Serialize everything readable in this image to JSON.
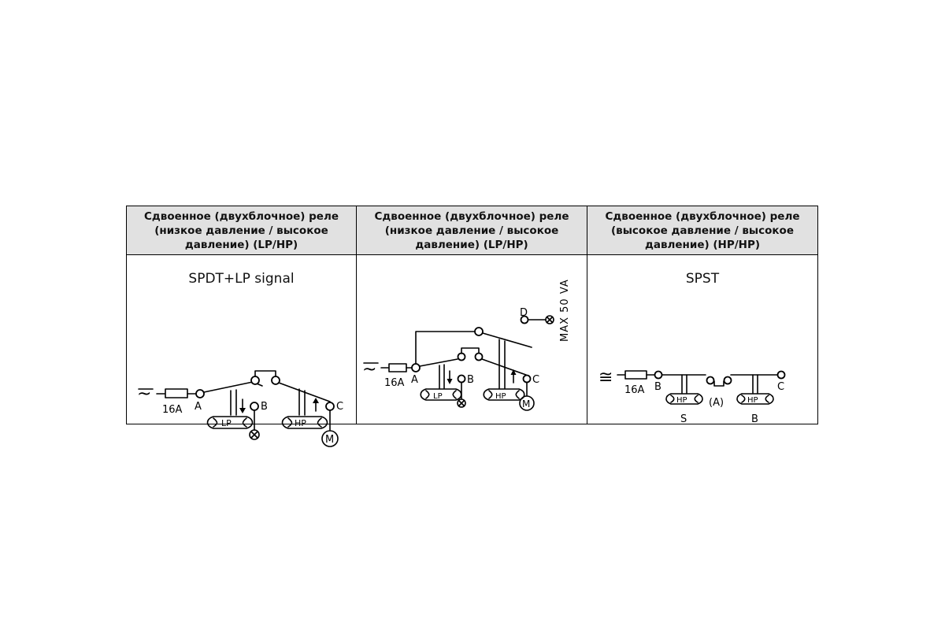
{
  "columns": [
    {
      "header": "Сдвоенное (двухблочное) реле (низкое давление / высокое давление) (LP/HP)",
      "subtitle": "SPDT+LP signal",
      "diagram": {
        "supply": "~",
        "fuse": "16A",
        "terminals": [
          "A",
          "B",
          "C"
        ],
        "bellows": [
          "LP",
          "HP"
        ],
        "loads": [
          "lamp",
          "M"
        ]
      }
    },
    {
      "header": "Сдвоенное (двухблочное) реле (низкое давление / высокое давление) (LP/HP)",
      "subtitle": "",
      "diagram": {
        "supply": "~",
        "fuse": "16A",
        "terminals": [
          "A",
          "B",
          "C",
          "D"
        ],
        "bellows": [
          "LP",
          "HP"
        ],
        "loads": [
          "lamp",
          "M",
          "lamp"
        ],
        "rating": "MAX 50 VA"
      }
    },
    {
      "header": "Сдвоенное (двухблочное) реле (высокое давление / высокое давление) (HP/HP)",
      "subtitle": "SPST",
      "diagram": {
        "supply": "≅",
        "fuse": "16A",
        "terminals": [
          "B",
          "(A)",
          "C"
        ],
        "bellows": [
          "HP",
          "HP"
        ],
        "bellows_labels": [
          "S",
          "B"
        ]
      }
    }
  ],
  "icons": {
    "bellows": "bellows-icon",
    "lamp": "lamp-icon",
    "motor": "motor-icon",
    "fuse": "fuse-icon",
    "terminal": "terminal-icon"
  }
}
